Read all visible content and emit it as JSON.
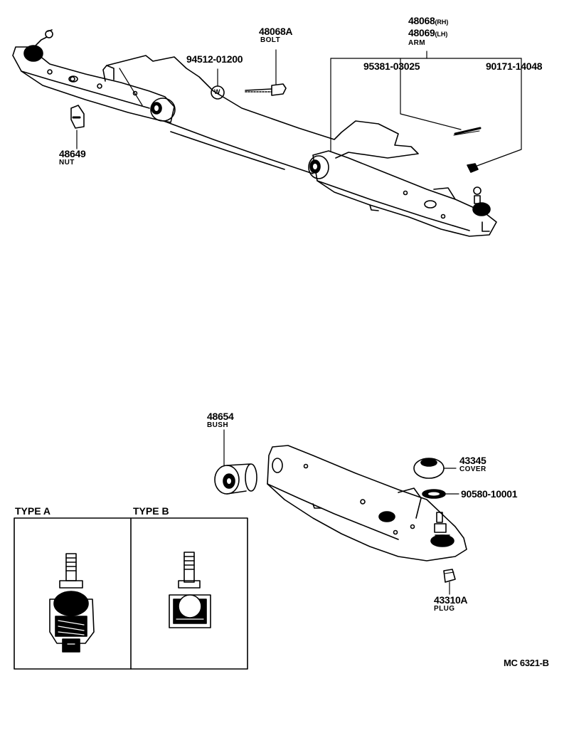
{
  "diagram_code": "MC 6321-B",
  "parts": {
    "p48068a": {
      "number": "48068A",
      "name": "BOLT"
    },
    "p94512": {
      "number": "94512-01200",
      "symbol": "W"
    },
    "arm": {
      "number_rh": "48068",
      "suffix_rh": "(RH)",
      "number_lh": "48069",
      "suffix_lh": "(LH)",
      "name": "ARM"
    },
    "p95381": {
      "number": "95381-03025"
    },
    "p90171": {
      "number": "90171-14048"
    },
    "p48649": {
      "number": "48649",
      "name": "NUT"
    },
    "p48654": {
      "number": "48654",
      "name": "BUSH"
    },
    "p43345": {
      "number": "43345",
      "name": "COVER"
    },
    "p90580": {
      "number": "90580-10001"
    },
    "p43310a": {
      "number": "43310A",
      "name": "PLUG"
    }
  },
  "types": {
    "a": "TYPE A",
    "b": "TYPE B"
  },
  "colors": {
    "ink": "#000000",
    "paper": "#ffffff"
  }
}
